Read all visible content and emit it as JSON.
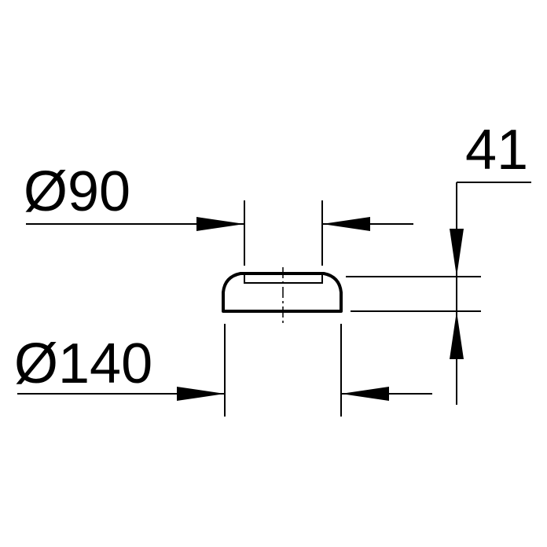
{
  "drawing": {
    "dimensions": {
      "inner_diameter": "Ø90",
      "outer_diameter": "Ø140",
      "height": "41"
    },
    "colors": {
      "line": "#000000",
      "background": "#ffffff"
    }
  }
}
